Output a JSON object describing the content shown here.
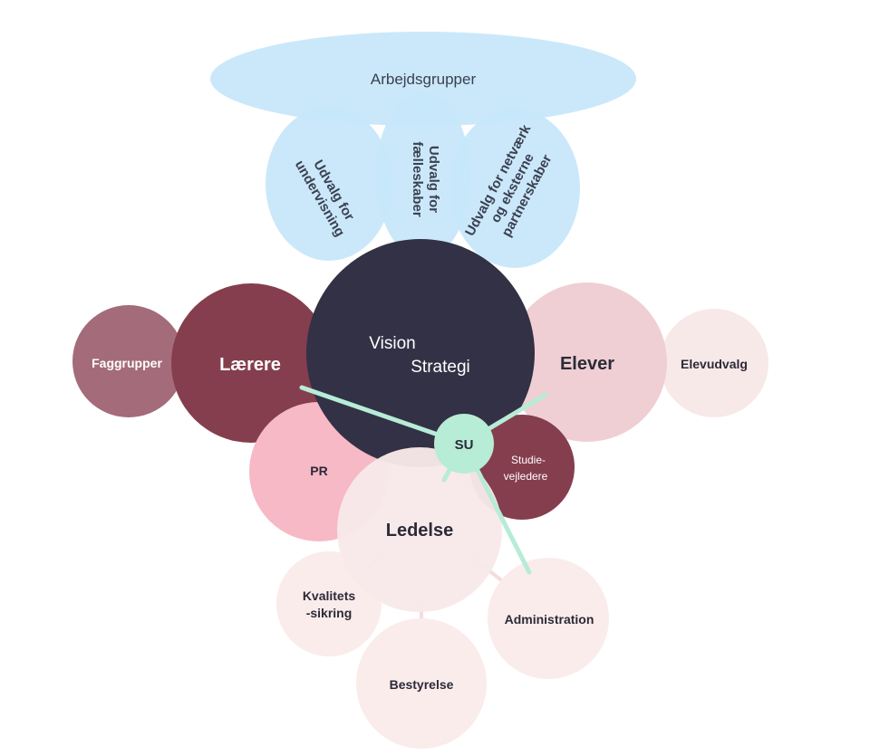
{
  "colors": {
    "background": "#ffffff",
    "work_groups": "#c7e6fb",
    "dark_core": "#333145",
    "burgundy": "#853e4d",
    "mauve": "#a46b7a",
    "light_pink": "#efcfd4",
    "pale_pink": "#f8e9e9",
    "pink": "#f7b9c6",
    "very_pale_pink": "#faeceb",
    "mint": "#b7ecd6",
    "text_dark": "#2c2a38",
    "text_light": "#ffffff",
    "text_workgroup": "#3a4150"
  },
  "nodes": {
    "arbejdsgrupper": "Arbejdsgrupper",
    "udvalg_undervisning": [
      "Udvalg for",
      "undervisning"
    ],
    "udvalg_faelleskaber": [
      "Udvalg for",
      "fælleskaber"
    ],
    "udvalg_netvaerk": [
      "Udvalg for netværk",
      "og eksterne",
      "partnerskaber"
    ],
    "vision": "Vision",
    "strategi": "Strategi",
    "laerere": "Lærere",
    "faggrupper": "Faggrupper",
    "elever": "Elever",
    "elevudvalg": "Elevudvalg",
    "su": "SU",
    "studievejledere": [
      "Studie-",
      "vejledere"
    ],
    "pr": "PR",
    "ledelse": "Ledelse",
    "kvalitetssikring": [
      "Kvalitets",
      "-sikring"
    ],
    "administration": "Administration",
    "bestyrelse": "Bestyrelse"
  }
}
